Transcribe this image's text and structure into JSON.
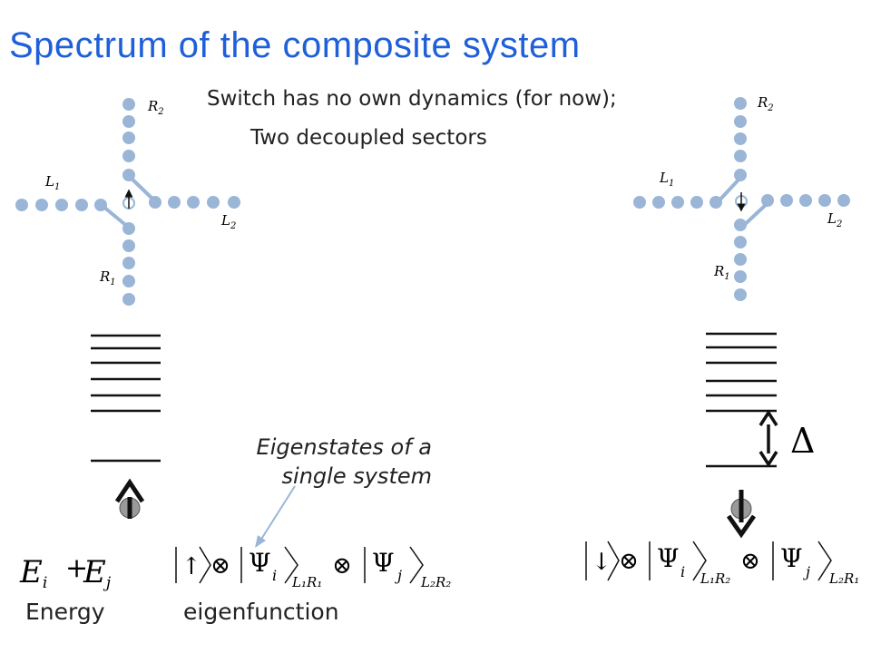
{
  "slide": {
    "title": "Spectrum of the composite system",
    "note_line1": "Switch has no own dynamics (for now);",
    "note_line2": "Two decoupled sectors",
    "caption_line1": "Eigenstates of a",
    "caption_line2": "single system",
    "energy_label": "Energy",
    "eigenfunction_label": "eigenfunction",
    "delta_symbol": "Δ"
  },
  "left_system": {
    "labels": {
      "R2": "R",
      "R2_sub": "2",
      "L1": "L",
      "L1_sub": "1",
      "L2": "L",
      "L2_sub": "2",
      "R1": "R",
      "R1_sub": "1"
    },
    "spin": "up",
    "energy_formula": {
      "E": "E",
      "i": "i",
      "plus": "+",
      "j": "j"
    },
    "ket": {
      "arrow": "↑",
      "tensor1": "⊗",
      "psi1": "Ψ",
      "index1": "i",
      "sub1": "L₁R₁",
      "tensor2": "⊗",
      "psi2": "Ψ",
      "index2": "j",
      "sub2": "L₂R₂"
    }
  },
  "right_system": {
    "labels": {
      "R2": "R",
      "R2_sub": "2",
      "L1": "L",
      "L1_sub": "1",
      "L2": "L",
      "L2_sub": "2",
      "R1": "R",
      "R1_sub": "1"
    },
    "spin": "down",
    "ket": {
      "arrow": "↓",
      "tensor1": "⊗",
      "psi1": "Ψ",
      "index1": "i",
      "sub1": "L₁R₂",
      "tensor2": "⊗",
      "psi2": "Ψ",
      "index2": "j",
      "sub2": "L₂R₁"
    }
  },
  "colors": {
    "title": "#1f5fd8",
    "dot": "#9ab5d6",
    "bond": "#9ab5d6",
    "pointer": "#9ab5d6",
    "line": "#111111",
    "spin_circle": "#9a9a9a"
  }
}
